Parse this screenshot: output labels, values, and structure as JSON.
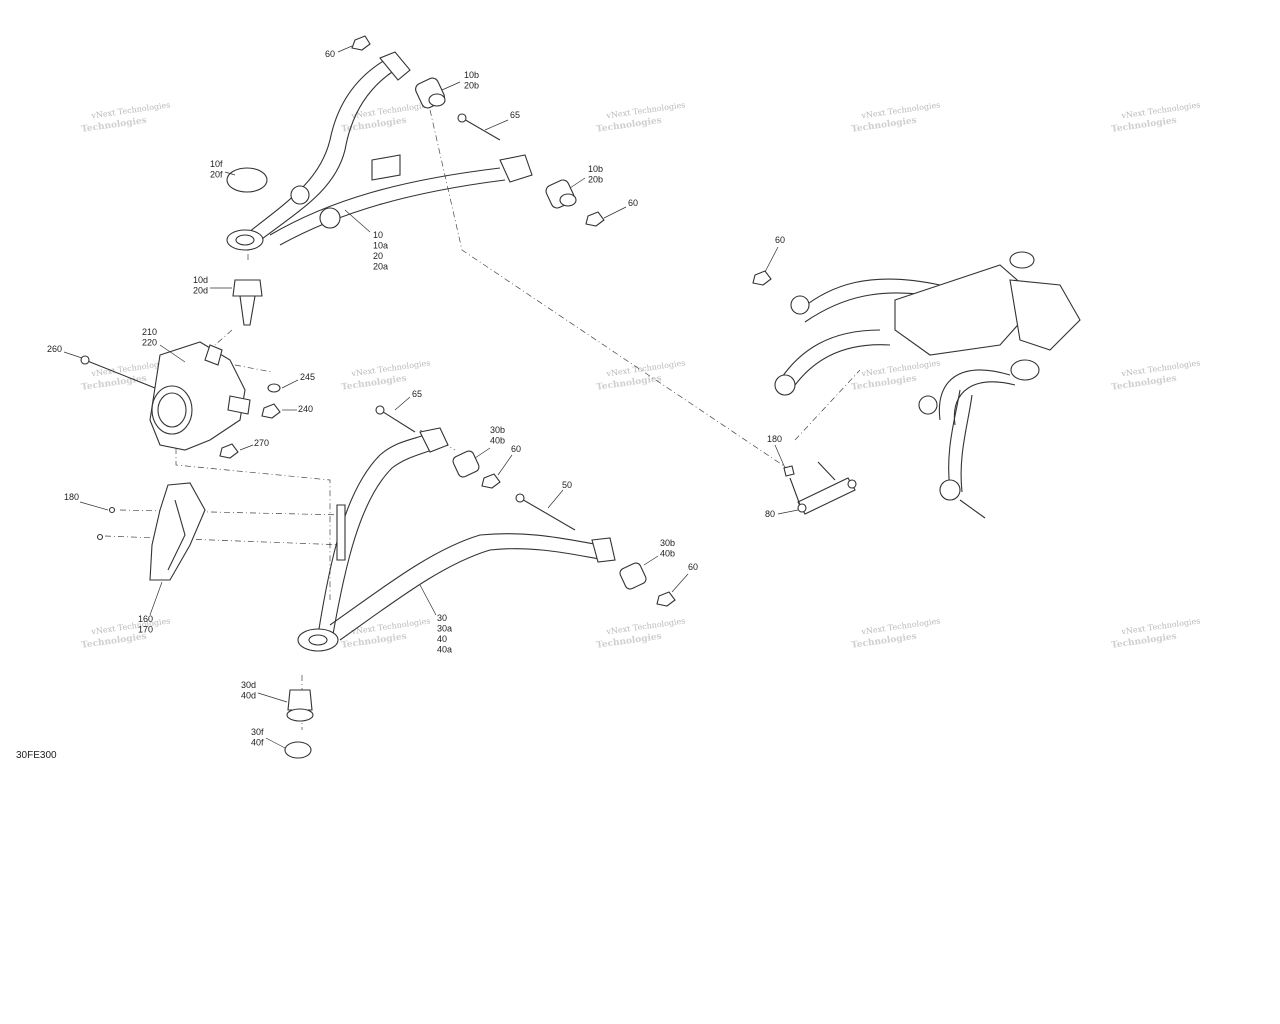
{
  "figure_code": "30FE300",
  "watermark": {
    "line1": "vNext Technologies",
    "line2": "Technologies"
  },
  "callouts": [
    [
      "60"
    ],
    [
      "10b",
      "20b"
    ],
    [
      "65"
    ],
    [
      "10f",
      "20f"
    ],
    [
      "10b",
      "20b"
    ],
    [
      "60"
    ],
    [
      "10",
      "10a",
      "20",
      "20a"
    ],
    [
      "10d",
      "20d"
    ],
    [
      "210",
      "220"
    ],
    [
      "260"
    ],
    [
      "245"
    ],
    [
      "240"
    ],
    [
      "270"
    ],
    [
      "65"
    ],
    [
      "30b",
      "40b"
    ],
    [
      "60"
    ],
    [
      "50"
    ],
    [
      "180"
    ],
    [
      "30b",
      "40b"
    ],
    [
      "60"
    ],
    [
      "160",
      "170"
    ],
    [
      "30",
      "30a",
      "40",
      "40a"
    ],
    [
      "30d",
      "40d"
    ],
    [
      "30f",
      "40f"
    ],
    [
      "60"
    ],
    [
      "180"
    ],
    [
      "80"
    ]
  ]
}
